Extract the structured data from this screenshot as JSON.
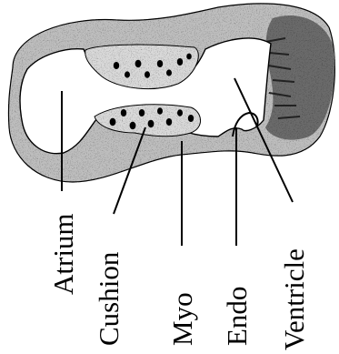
{
  "figure": {
    "labels": {
      "atrium": "Atrium",
      "cushion": "Cushion",
      "myo": "Myo",
      "endo": "Endo",
      "ventricle": "Ventricle"
    },
    "colors": {
      "ink": "#000000",
      "tissue": "#bdbdbd",
      "tissue_dark": "#6a6a6a",
      "lumen": "#ffffff",
      "background": "#ffffff"
    }
  }
}
